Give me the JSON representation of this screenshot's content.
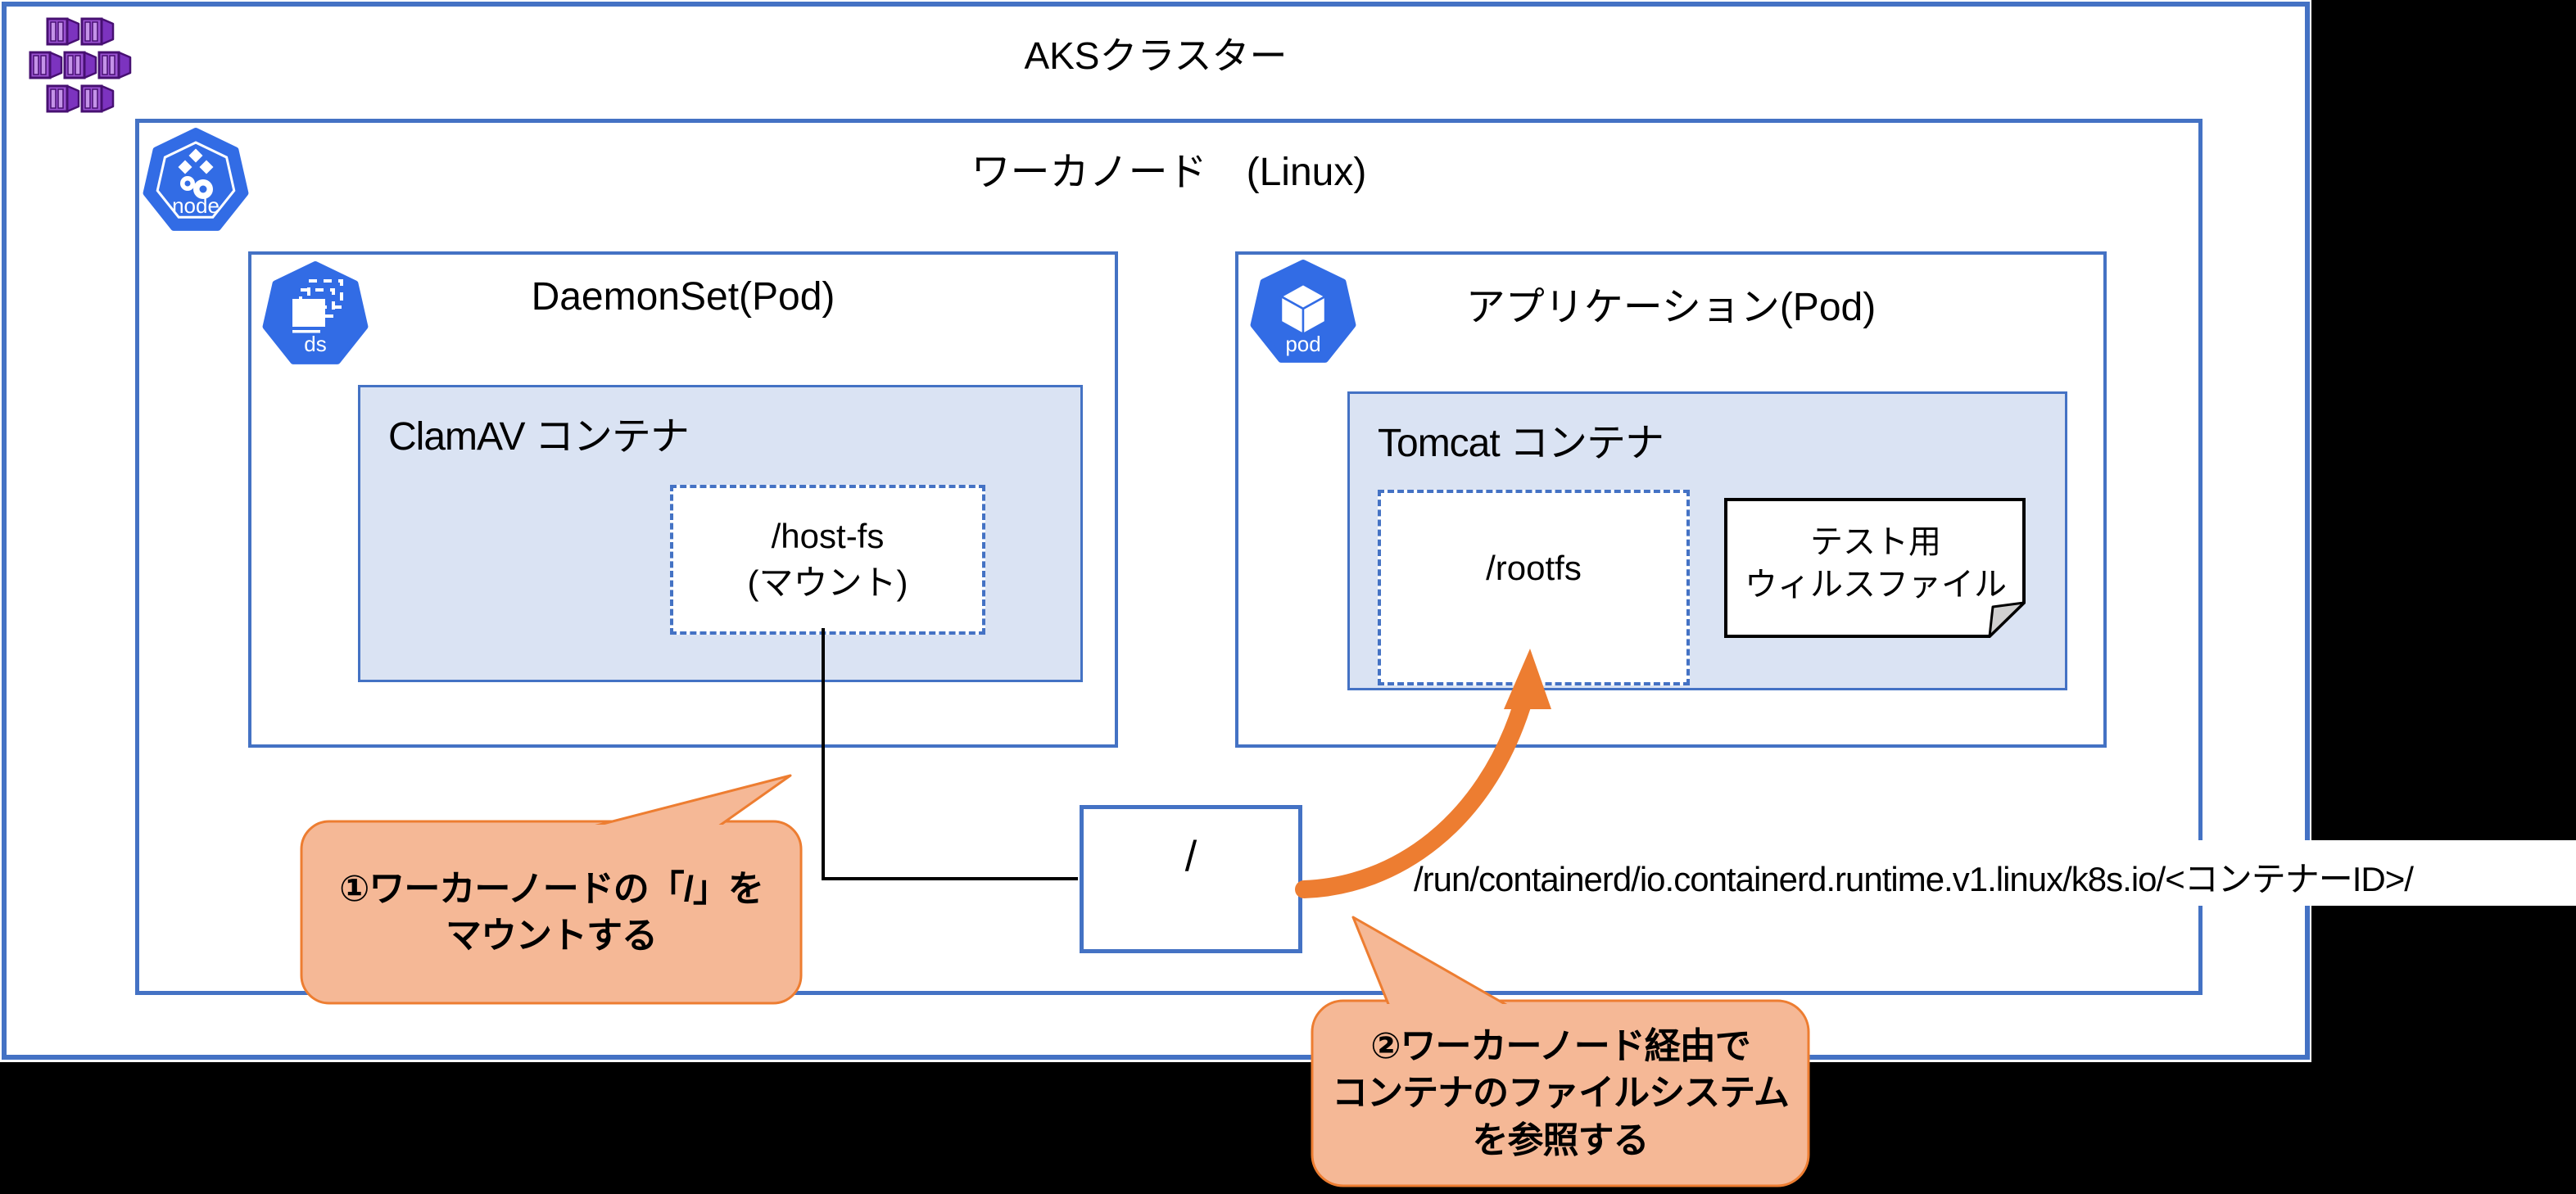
{
  "colors": {
    "border_blue": "#4472C4",
    "container_fill": "#DAE3F3",
    "k8s_blue": "#326CE5",
    "callout_fill": "#F5B896",
    "accent_orange": "#ED7D31",
    "logo_purple": "#9B53D2",
    "background": "#000000"
  },
  "aks": {
    "title": "AKSクラスター"
  },
  "worker": {
    "title": "ワーカノード　(Linux)",
    "icon_label": "node"
  },
  "daemonset": {
    "title": "DaemonSet(Pod)",
    "icon_label": "ds",
    "container": {
      "title": "ClamAV コンテナ",
      "mount_line1": "/host-fs",
      "mount_line2": "(マウント)"
    }
  },
  "app": {
    "title": "アプリケーション(Pod)",
    "icon_label": "pod",
    "container": {
      "title": "Tomcat コンテナ",
      "mount_label": "/rootfs",
      "note_line1": "テスト用",
      "note_line2": "ウィルスファイル"
    }
  },
  "root_box": {
    "label": "/"
  },
  "runtime_path": "/run/containerd/io.containerd.runtime.v1.linux/k8s.io/<コンテナーID>/",
  "callouts": {
    "c1": {
      "line1": "①ワーカーノードの「/」を",
      "line2": "マウントする"
    },
    "c2": {
      "line1": "②ワーカーノード経由で",
      "line2": "コンテナのファイルシステム",
      "line3": "を参照する"
    }
  }
}
